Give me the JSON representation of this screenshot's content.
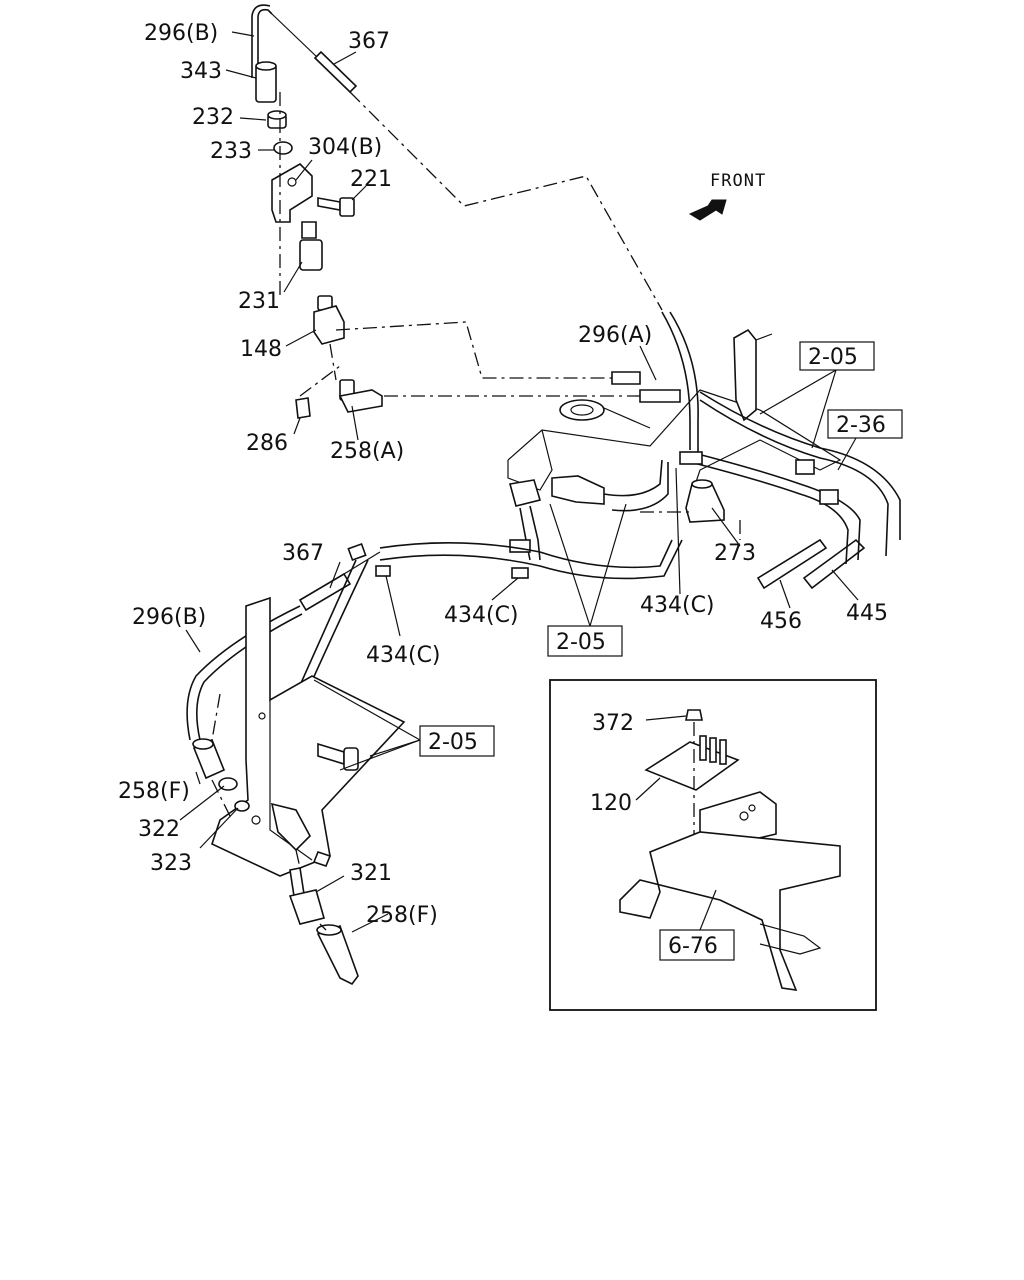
{
  "diagram": {
    "front_label": "FRONT",
    "callouts": {
      "c296b_top": "296(B)",
      "c367_top": "367",
      "c343": "343",
      "c232": "232",
      "c233": "233",
      "c304b": "304(B)",
      "c221": "221",
      "c231": "231",
      "c148": "148",
      "c286": "286",
      "c258a": "258(A)",
      "c296a": "296(A)",
      "c367_mid": "367",
      "c296b_mid": "296(B)",
      "c434c_1": "434(C)",
      "c434c_2": "434(C)",
      "c434c_3": "434(C)",
      "c273": "273",
      "c456": "456",
      "c445": "445",
      "c258f_1": "258(F)",
      "c322": "322",
      "c323": "323",
      "c321": "321",
      "c258f_2": "258(F)",
      "c372": "372",
      "c120": "120"
    },
    "ref_boxes": {
      "r205_top": "2-05",
      "r236": "2-36",
      "r205_mid": "2-05",
      "r205_low": "2-05",
      "r676": "6-76"
    }
  }
}
